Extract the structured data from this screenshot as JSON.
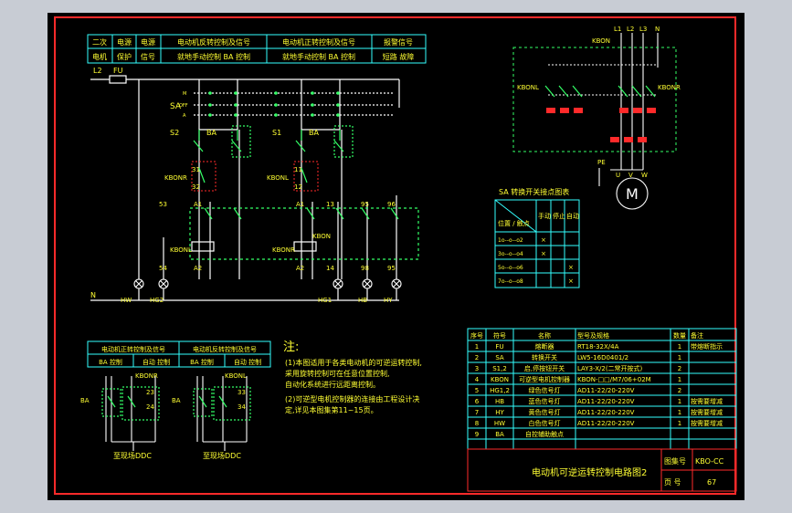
{
  "colors": {
    "bg": "#000000",
    "frame": "#ff2a2a",
    "wire": "#ffffff",
    "device": "#33ff66",
    "text": "#ffff33",
    "cyan": "#33ffff",
    "dash": "#33ff66",
    "gray": "#c8ccd4"
  },
  "header_cells": [
    [
      "二次",
      "电机"
    ],
    [
      "电源",
      "保护"
    ],
    [
      "电源",
      "信号"
    ],
    [
      "电动机反转控制及信号",
      "就地手动控制 BA 控制"
    ],
    [
      "电动机正转控制及信号",
      "就地手动控制 BA 控制"
    ],
    [
      "报警信号",
      "短路 故障"
    ]
  ],
  "main": {
    "l2": "L2",
    "fu": "FU",
    "n": "N",
    "sa": "SA",
    "sa_pos": [
      "M",
      "OFF",
      "A"
    ],
    "s2": "S2",
    "s1": "S1",
    "ba": "BA",
    "kbonr": "KBONR",
    "kbonl": "KBONL",
    "t31": "31",
    "t32": "32",
    "t11": "11",
    "t12": "12",
    "t53": "53",
    "t54": "54",
    "t13": "13",
    "t14": "14",
    "t95": "95",
    "t96": "96",
    "t98": "98",
    "t95b": "95",
    "a1": "A1",
    "a2": "A2",
    "kbon": "KBON",
    "lamps": [
      "HW",
      "HG2",
      "HG1",
      "HB",
      "HY"
    ]
  },
  "motor": {
    "phases": [
      "L1",
      "L2",
      "L3",
      "N"
    ],
    "kbon": "KBON",
    "kbonl": "KBONL",
    "kbonr": "KBONR",
    "pe": "PE",
    "uvw": [
      "U",
      "V",
      "W"
    ],
    "m": "M"
  },
  "sa_table": {
    "title": "SA 转换开关接点图表",
    "head": [
      "位置 / 触点",
      "手动",
      "停止",
      "自动"
    ],
    "rows": [
      [
        "1o--o--o2",
        "×",
        "",
        ""
      ],
      [
        "3o--o--o4",
        "×",
        "",
        ""
      ],
      [
        "5o--o--o6",
        "",
        "",
        "×"
      ],
      [
        "7o--o--o8",
        "",
        "",
        "×"
      ]
    ]
  },
  "lower_left": {
    "headers": [
      "电动机正转控制及信号",
      "电动机反转控制及信号"
    ],
    "subheaders": [
      "BA 控制",
      "自动 控制",
      "BA 控制",
      "自动 控制"
    ],
    "kbonr": "KBONR",
    "kbonl": "KBONL",
    "ba": "BA",
    "t23": "23",
    "t24": "24",
    "t33": "33",
    "t34": "34",
    "ddc1": "至现场DDC",
    "ddc2": "至现场DDC"
  },
  "notes": {
    "title": "注:",
    "lines": [
      "(1)本图适用于各类电动机的可逆运转控制,",
      "   采用旋转控制可在任意位置控制,",
      "   自动化系统进行远距离控制。",
      "(2)可逆型电机控制器的连接由工程设计决",
      "   定,详见本图集第11~15页。"
    ]
  },
  "parts": {
    "head": [
      "序号",
      "符号",
      "名称",
      "型号及规格",
      "数量",
      "备注"
    ],
    "rows": [
      [
        "1",
        "FU",
        "熔断器",
        "RT18-32X/4A",
        "1",
        "带熔断指示"
      ],
      [
        "2",
        "SA",
        "转换开关",
        "LW5-16D0401/2",
        "1",
        ""
      ],
      [
        "3",
        "S1,2",
        "启,停按钮开关",
        "LAY3-X/2(二常开按式)",
        "2",
        ""
      ],
      [
        "4",
        "KBON",
        "可逆型电机控制器",
        "KBON-□□/M7/06+02M",
        "1",
        ""
      ],
      [
        "5",
        "HG1,2",
        "绿色信号灯",
        "AD11-22/20-220V",
        "2",
        ""
      ],
      [
        "6",
        "HB",
        "蓝色信号灯",
        "AD11-22/20-220V",
        "1",
        "按需要增减"
      ],
      [
        "7",
        "HY",
        "黄色信号灯",
        "AD11-22/20-220V",
        "1",
        "按需要增减"
      ],
      [
        "8",
        "HW",
        "白色信号灯",
        "AD11-22/20-220V",
        "1",
        "按需要增减"
      ],
      [
        "9",
        "BA",
        "自控辅助触点",
        "",
        "",
        ""
      ]
    ]
  },
  "title_block": {
    "title": "电动机可逆运转控制电路图2",
    "atlas_label": "图集号",
    "atlas_value": "KBO-CC",
    "page_label": "页 号",
    "page_value": "67"
  }
}
